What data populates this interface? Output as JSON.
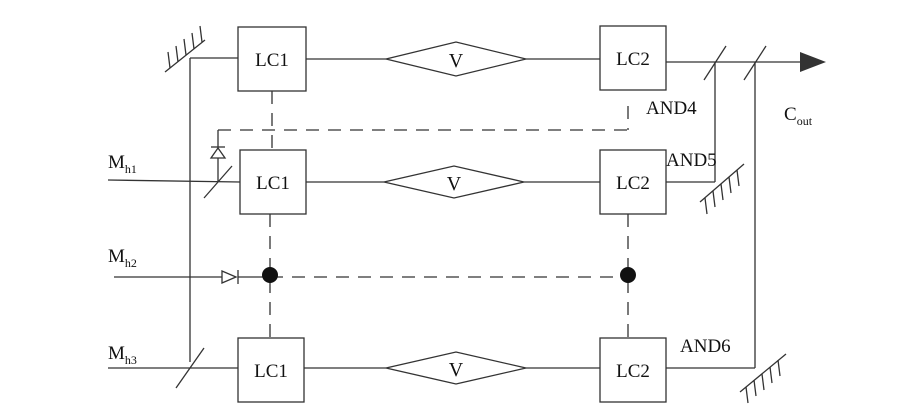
{
  "diagram": {
    "rows": [
      {
        "lc1": "LC1",
        "v": "V",
        "lc2": "LC2"
      },
      {
        "lc1": "LC1",
        "v": "V",
        "lc2": "LC2"
      },
      {
        "lc1": "LC1",
        "v": "V",
        "lc2": "LC2"
      }
    ],
    "gates": {
      "and4": "AND4",
      "and5": "AND5",
      "and6": "AND6"
    },
    "inputs": {
      "mh1": {
        "main": "M",
        "sub": "h1"
      },
      "mh2": {
        "main": "M",
        "sub": "h2"
      },
      "mh3": {
        "main": "M",
        "sub": "h3"
      }
    },
    "output": {
      "main": "C",
      "sub": "out"
    }
  }
}
